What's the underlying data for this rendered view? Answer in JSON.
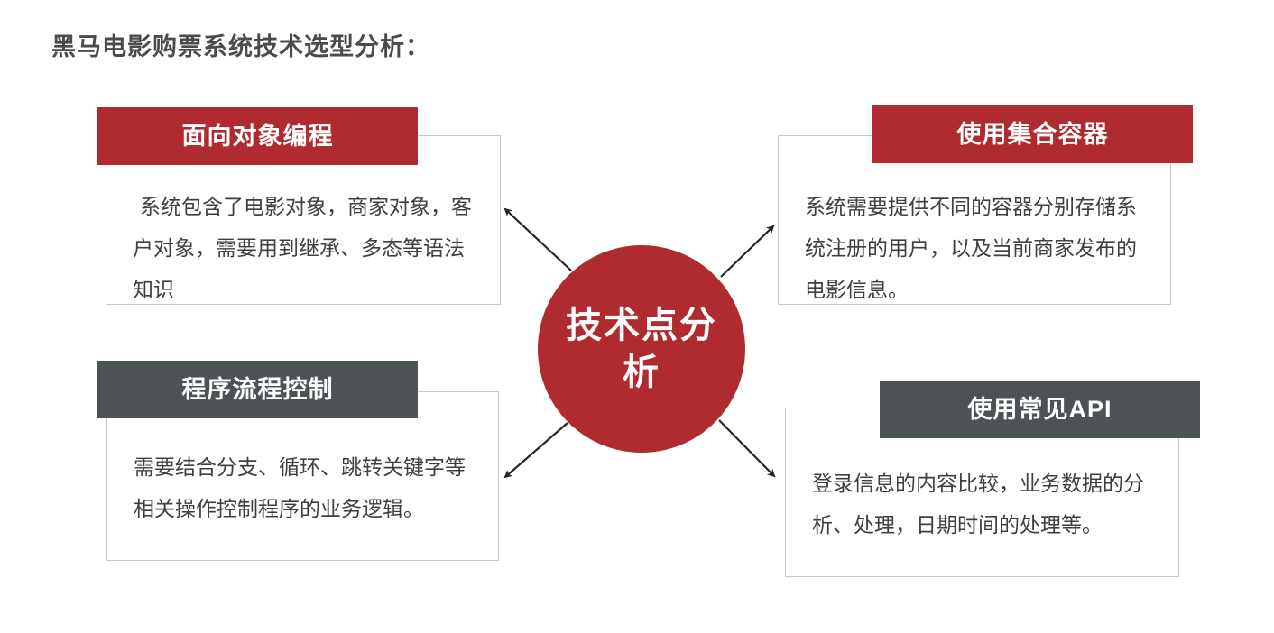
{
  "page": {
    "title": "黑马电影购票系统技术选型分析："
  },
  "center": {
    "label": "技术点分析"
  },
  "cards": [
    {
      "id": "oop",
      "position": "top-left",
      "theme": "red",
      "header": "面向对象编程",
      "body": "系统包含了电影对象，商家对象，客户对象，需要用到继承、多态等语法知识"
    },
    {
      "id": "collections",
      "position": "top-right",
      "theme": "red",
      "header": "使用集合容器",
      "body": "系统需要提供不同的容器分别存储系统注册的用户，以及当前商家发布的电影信息。"
    },
    {
      "id": "flow-control",
      "position": "bottom-left",
      "theme": "dark",
      "header": "程序流程控制",
      "body": "需要结合分支、循环、跳转关键字等相关操作控制程序的业务逻辑。"
    },
    {
      "id": "common-api",
      "position": "bottom-right",
      "theme": "dark",
      "header": "使用常见API",
      "body": "登录信息的内容比较，业务数据的分析、处理，日期时间的处理等。"
    }
  ],
  "colors": {
    "red": "#b02b2f",
    "dark": "#4d5355",
    "border": "#c7c7c7",
    "text": "#3f3f3f",
    "title": "#4b4b4b",
    "arrow": "#262626",
    "bg": "#ffffff"
  }
}
